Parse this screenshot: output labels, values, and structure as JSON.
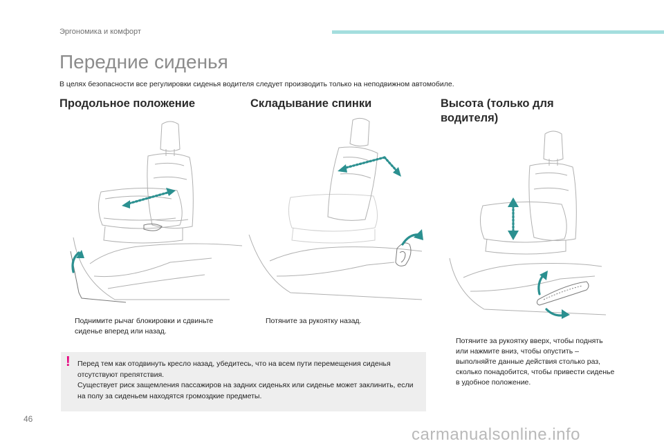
{
  "header": {
    "section_label": "Эргономика и комфорт",
    "accent_color": "#a4dede"
  },
  "page": {
    "title": "Передние сиденья",
    "intro": "В целях безопасности все регулировки сиденья водителя следует производить только на неподвижном автомобиле.",
    "number": "46"
  },
  "columns": [
    {
      "heading": "Продольное положение",
      "bullet": "Поднимите рычаг блокировки и сдвиньте сиденье вперед или назад.",
      "illustration_icon": "seat-slide-illustration"
    },
    {
      "heading": "Складывание спинки",
      "bullet": "Потяните за рукоятку назад.",
      "illustration_icon": "seat-recline-illustration"
    },
    {
      "heading": "Высота (только для водителя)",
      "bullet": "Потяните за рукоятку вверх, чтобы поднять или нажмите вниз, чтобы опустить – выполняйте данные действия столько раз, сколько понадобится, чтобы привести сиденье в удобное положение.",
      "illustration_icon": "seat-height-illustration"
    }
  ],
  "bullet_marker": "",
  "warning": {
    "icon": "exclamation-icon",
    "icon_glyph": "!",
    "line1": "Перед тем как отодвинуть кресло назад, убедитесь, что на всем пути перемещения сиденья отсутствуют препятствия.",
    "line2": "Существует риск защемления пассажиров на задних сиденьях или сиденье может заклинить, если на полу за сиденьем находятся громоздкие предметы.",
    "accent_color": "#e6007e",
    "background": "#eeeeee"
  },
  "watermark": "carmanualsonline.info",
  "arrow_color": "#2b9090"
}
